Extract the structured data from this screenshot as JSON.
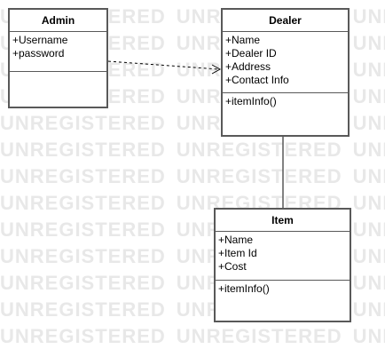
{
  "watermark": {
    "text": "UNREGISTERED"
  },
  "classes": {
    "admin": {
      "name": "Admin",
      "attributes": [
        "+Username",
        "+password"
      ],
      "methods": []
    },
    "dealer": {
      "name": "Dealer",
      "attributes": [
        "+Name",
        "+Dealer ID",
        "+Address",
        "+Contact Info"
      ],
      "methods": [
        "+itemInfo()"
      ]
    },
    "item": {
      "name": "Item",
      "attributes": [
        "+Name",
        "+Item Id",
        "+Cost"
      ],
      "methods": [
        "+itemInfo()"
      ]
    }
  },
  "relations": [
    {
      "from": "admin",
      "to": "dealer",
      "type": "dependency"
    },
    {
      "from": "dealer",
      "to": "item",
      "type": "association"
    }
  ],
  "colors": {
    "border": "#595959",
    "watermark": "#e8e8e8"
  }
}
